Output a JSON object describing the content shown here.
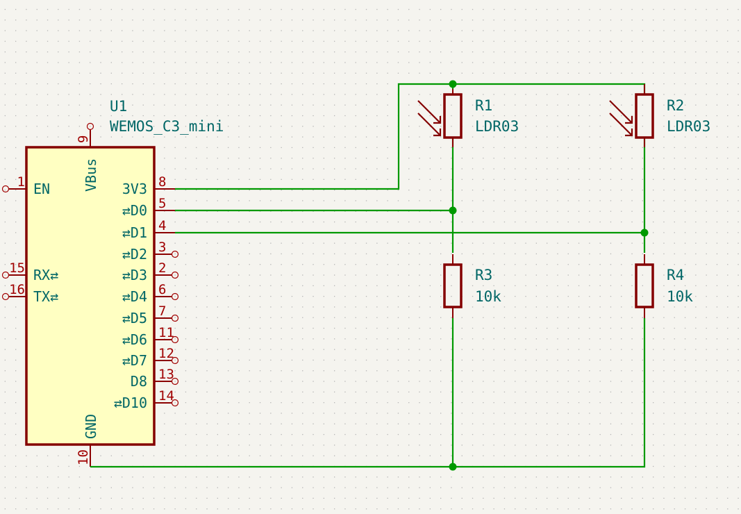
{
  "schematic": {
    "colors": {
      "background": "#f5f4ef",
      "grid": "#b5b5b5",
      "wire": "#009900",
      "junction": "#009900",
      "component_outline": "#840000",
      "component_fill": "#ffffc2",
      "pin_number": "#a00000",
      "text": "#006666"
    },
    "u1": {
      "reference": "U1",
      "value": "WEMOS_C3_mini",
      "pins_top": [
        {
          "number": "9",
          "name": "VBus",
          "connected": false
        }
      ],
      "pins_bottom": [
        {
          "number": "10",
          "name": "GND",
          "connected": true
        }
      ],
      "pins_left": [
        {
          "number": "1",
          "name": "EN",
          "bidir": false,
          "connected": false
        },
        {
          "number": "15",
          "name": "RX",
          "bidir": true,
          "connected": false
        },
        {
          "number": "16",
          "name": "TX",
          "bidir": true,
          "connected": false
        }
      ],
      "pins_right": [
        {
          "number": "8",
          "name": "3V3",
          "bidir": false,
          "connected": true
        },
        {
          "number": "5",
          "name": "D0",
          "bidir": true,
          "connected": true
        },
        {
          "number": "4",
          "name": "D1",
          "bidir": true,
          "connected": true
        },
        {
          "number": "3",
          "name": "D2",
          "bidir": true,
          "connected": false
        },
        {
          "number": "2",
          "name": "D3",
          "bidir": true,
          "connected": false
        },
        {
          "number": "6",
          "name": "D4",
          "bidir": true,
          "connected": false
        },
        {
          "number": "7",
          "name": "D5",
          "bidir": true,
          "connected": false
        },
        {
          "number": "11",
          "name": "D6",
          "bidir": true,
          "connected": false
        },
        {
          "number": "12",
          "name": "D7",
          "bidir": true,
          "connected": false
        },
        {
          "number": "13",
          "name": "D8",
          "bidir": false,
          "connected": false
        },
        {
          "number": "14",
          "name": "D10",
          "bidir": true,
          "connected": false
        }
      ]
    },
    "r1": {
      "reference": "R1",
      "value": "LDR03",
      "type": "photoresistor"
    },
    "r2": {
      "reference": "R2",
      "value": "LDR03",
      "type": "photoresistor"
    },
    "r3": {
      "reference": "R3",
      "value": "10k",
      "type": "resistor"
    },
    "r4": {
      "reference": "R4",
      "value": "10k",
      "type": "resistor"
    },
    "bidir_glyph": "⇄",
    "nets": [
      {
        "name": "3V3",
        "connects": [
          "U1.8",
          "R1.top",
          "R2.top"
        ]
      },
      {
        "name": "D0",
        "connects": [
          "U1.5",
          "R1.bottom",
          "R3.top"
        ]
      },
      {
        "name": "D1",
        "connects": [
          "U1.4",
          "R2.bottom",
          "R4.top"
        ]
      },
      {
        "name": "GND",
        "connects": [
          "U1.10",
          "R3.bottom",
          "R4.bottom"
        ]
      }
    ]
  }
}
